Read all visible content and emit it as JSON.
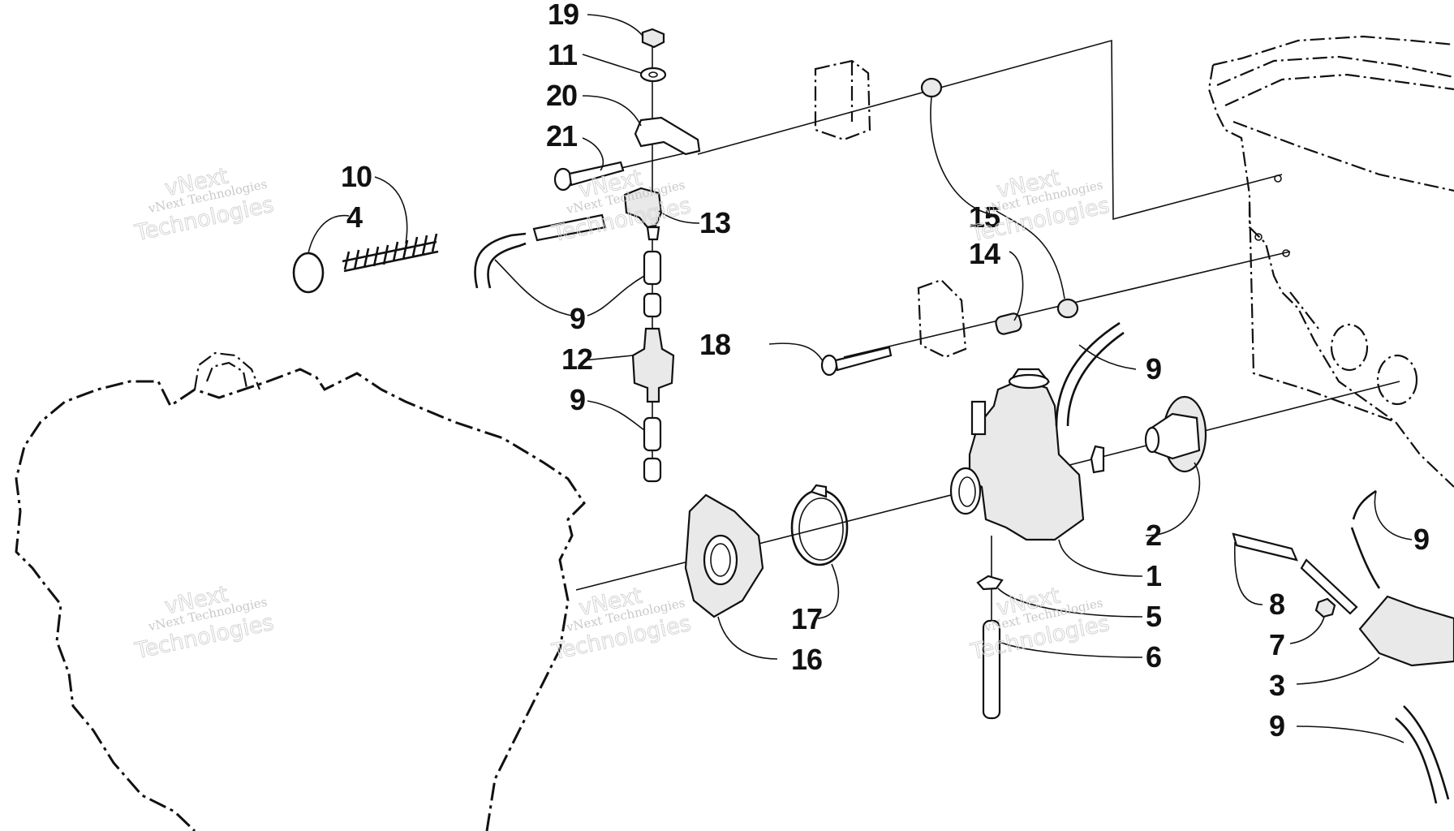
{
  "callouts": [
    {
      "id": "c19",
      "text": "19"
    },
    {
      "id": "c11",
      "text": "11"
    },
    {
      "id": "c20",
      "text": "20"
    },
    {
      "id": "c21",
      "text": "21"
    },
    {
      "id": "c10",
      "text": "10"
    },
    {
      "id": "c4",
      "text": "4"
    },
    {
      "id": "c13",
      "text": "13"
    },
    {
      "id": "c9a",
      "text": "9"
    },
    {
      "id": "c12",
      "text": "12"
    },
    {
      "id": "c9b",
      "text": "9"
    },
    {
      "id": "c15",
      "text": "15"
    },
    {
      "id": "c14",
      "text": "14"
    },
    {
      "id": "c18",
      "text": "18"
    },
    {
      "id": "c9c",
      "text": "9"
    },
    {
      "id": "c2",
      "text": "2"
    },
    {
      "id": "c1",
      "text": "1"
    },
    {
      "id": "c5",
      "text": "5"
    },
    {
      "id": "c6",
      "text": "6"
    },
    {
      "id": "c17",
      "text": "17"
    },
    {
      "id": "c16",
      "text": "16"
    },
    {
      "id": "c9d",
      "text": "9"
    },
    {
      "id": "c8",
      "text": "8"
    },
    {
      "id": "c7",
      "text": "7"
    },
    {
      "id": "c3",
      "text": "3"
    },
    {
      "id": "c9e",
      "text": "9"
    }
  ],
  "watermark": {
    "line1": "vNext Technologies",
    "line2": "vNext",
    "line3": "Technologies"
  }
}
